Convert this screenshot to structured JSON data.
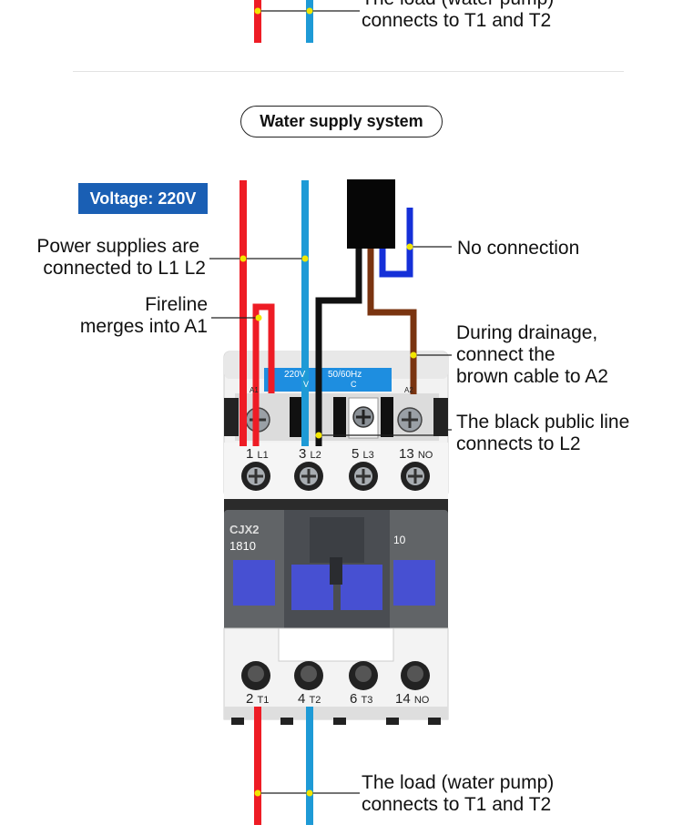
{
  "top_load_label": {
    "line1": "The load (water pump)",
    "line2": "connects to T1 and T2"
  },
  "section_title": "Water supply system",
  "voltage_badge": "Voltage: 220V",
  "labels": {
    "power_l1l2": {
      "line1": "Power supplies are",
      "line2": "connected to L1  L2"
    },
    "fireline": {
      "line1": "Fireline",
      "line2": "merges into A1"
    },
    "no_connection": "No connection",
    "drainage": {
      "line1": "During drainage,",
      "line2": "connect the",
      "line3": "brown cable to A2"
    },
    "black_line": {
      "line1": "The black public line",
      "line2": "connects to L2"
    },
    "bottom_load": {
      "line1": "The load (water pump)",
      "line2": "connects to T1 and T2"
    }
  },
  "contactor": {
    "model": "CJX2",
    "model_number": "1810",
    "contact_code": "10",
    "coil_voltage": "220V",
    "frequency": "50/60Hz",
    "coil_letter_left": "V",
    "coil_letter_right": "C",
    "coil_a1": "A1",
    "coil_a2": "A2",
    "top_terminals": [
      {
        "num": "1",
        "tag": "L1"
      },
      {
        "num": "3",
        "tag": "L2"
      },
      {
        "num": "5",
        "tag": "L3"
      },
      {
        "num": "13",
        "tag": "NO"
      }
    ],
    "bottom_terminals": [
      {
        "num": "2",
        "tag": "T1"
      },
      {
        "num": "4",
        "tag": "T2"
      },
      {
        "num": "6",
        "tag": "T3"
      },
      {
        "num": "14",
        "tag": "NO"
      }
    ]
  },
  "colors": {
    "red_wire": "#ee1c25",
    "blue_wire": "#1e9ad6",
    "black_wire": "#111111",
    "brown_wire": "#7a3410",
    "dark_blue_wire": "#1530d8",
    "badge_bg": "#1a5fb4",
    "marker": "#f2e600"
  }
}
